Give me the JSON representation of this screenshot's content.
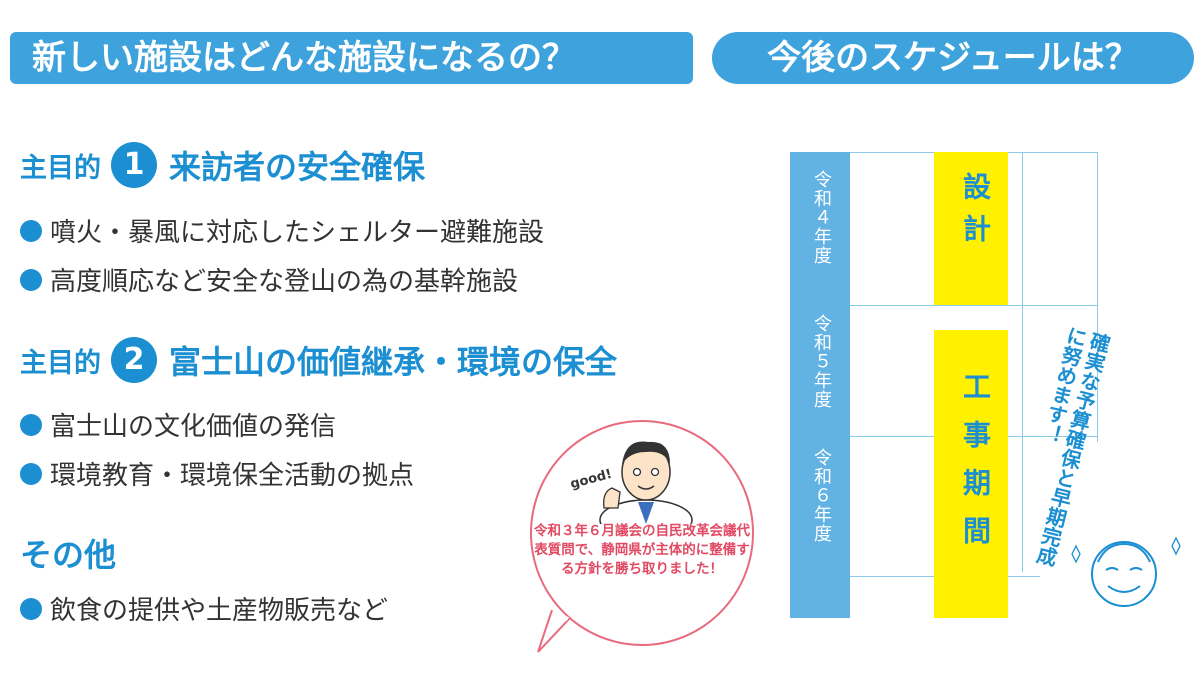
{
  "left": {
    "banner": "新しい施設はどんな施設になるの？",
    "goal1": {
      "label": "主目的",
      "number": "1",
      "title": "来訪者の安全確保",
      "bullets": [
        "噴火・暴風に対応したシェルター避難施設",
        "高度順応など安全な登山の為の基幹施設"
      ]
    },
    "goal2": {
      "label": "主目的",
      "number": "2",
      "title": "富士山の価値継承・環境の保全",
      "bullets": [
        "富士山の文化価値の発信",
        "環境教育・環境保全活動の拠点"
      ]
    },
    "other": {
      "title": "その他",
      "bullets": [
        "飲食の提供や土産物販売など"
      ]
    }
  },
  "bubble": {
    "good": "good!",
    "text": "令和３年６月議会の自民改革会議代表質問で、静岡県が主体的に整備する方針を勝ち取りました！"
  },
  "right": {
    "banner": "今後のスケジュールは？",
    "years": [
      "令和４年度",
      "令和５年度",
      "令和６年度"
    ],
    "design": "設計",
    "construction": "工事期間",
    "note": "確実な予算確保と早期完成に努めます！"
  },
  "colors": {
    "banner": "#3ea3dc",
    "accent": "#1b8fd1",
    "year_column": "#62b2e3",
    "highlight": "#fff100",
    "bubble_border": "#e86a7d",
    "bubble_text": "#e24a63"
  }
}
